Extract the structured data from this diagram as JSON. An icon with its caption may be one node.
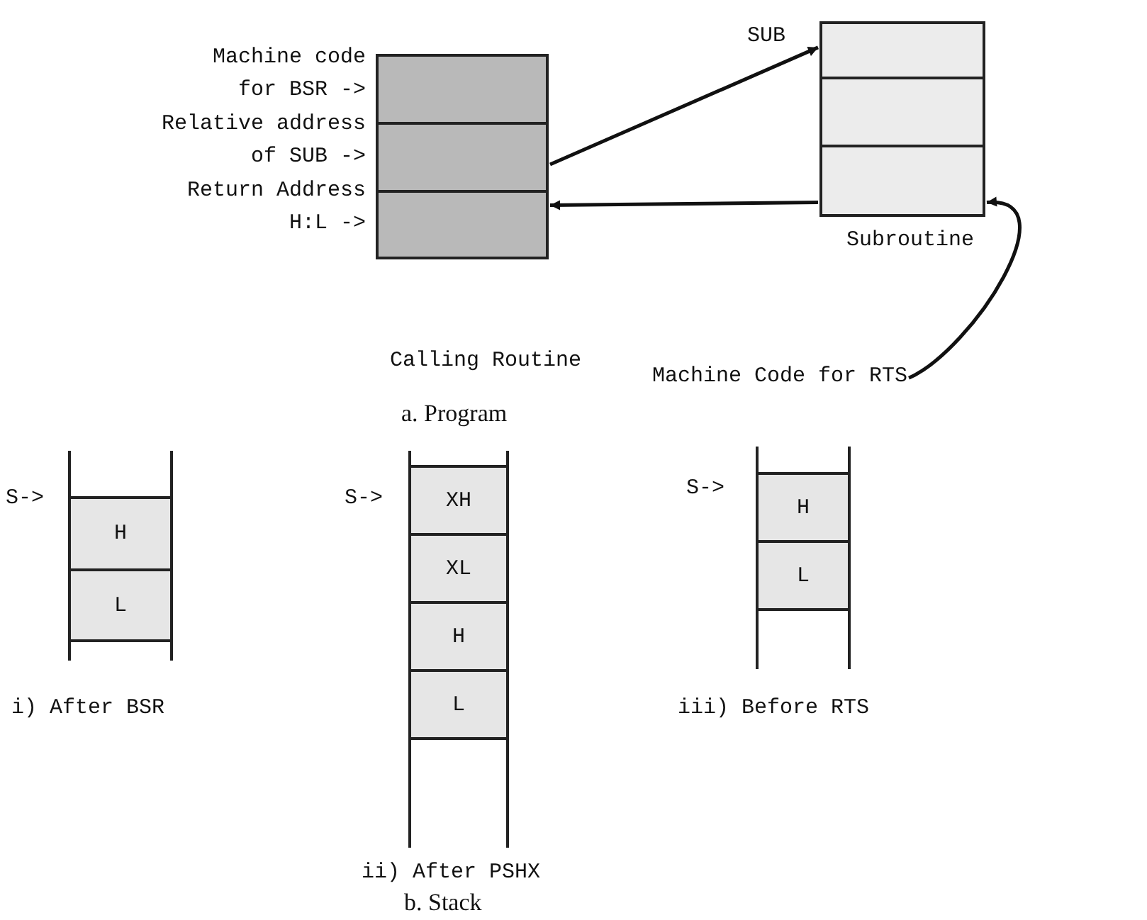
{
  "diagram": {
    "nodes": [
      {
        "text": [],
        "shape": "box"
      },
      {
        "text": [],
        "shape": "box"
      },
      {
        "text": [],
        "shape": "box"
      },
      {
        "text": [],
        "shape": "box"
      },
      {
        "text": [],
        "shape": "box"
      },
      {
        "text": [],
        "shape": "box",
        "beside": [
          "Subroutine"
        ]
      },
      {
        "text": [
          "Machine Code for RTS"
        ]
      },
      {
        "text": [
          "H"
        ]
      },
      {
        "text": [
          "L"
        ]
      },
      {
        "text": [
          "XH"
        ]
      },
      {
        "text": [
          "XL"
        ]
      },
      {
        "text": [
          "H"
        ]
      },
      {
        "text": [
          "L"
        ]
      },
      {
        "text": [
          "H"
        ]
      },
      {
        "text": [
          "L"
        ]
      }
    ],
    "edges": [
      {
        "from": 1,
        "to": 3,
        "arrow": "to"
      },
      {
        "from": 5,
        "to": 2,
        "arrow": "to"
      },
      {
        "from": 6,
        "to": 5,
        "arrow": "to"
      }
    ],
    "labels": [
      "Machine code for BSR ->",
      "Relative address of SUB ->",
      "Return Address H:L ->",
      "SUB",
      "Calling Routine",
      "a. Program",
      "S->",
      "i) After BSR",
      "S->",
      "ii) After PSHX",
      "S->",
      "iii) Before RTS",
      "b. Stack"
    ]
  }
}
